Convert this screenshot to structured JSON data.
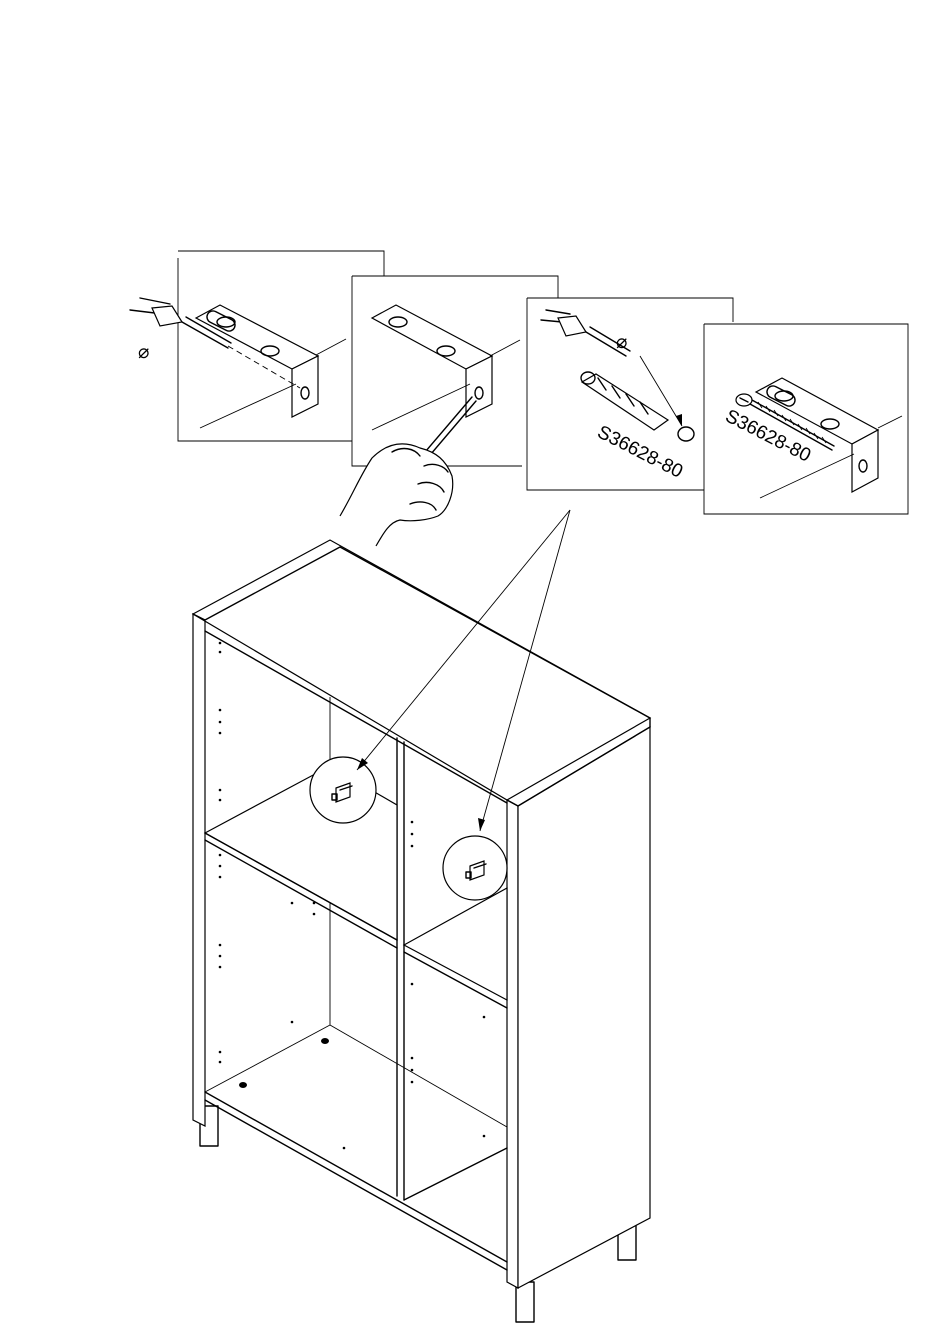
{
  "figure": {
    "panels": [
      {
        "id": "drill",
        "diameter_symbol": "⌀"
      },
      {
        "id": "hammer"
      },
      {
        "id": "plug",
        "diameter_symbol": "⌀",
        "part_code": "S36628-80"
      },
      {
        "id": "screw",
        "part_code": "S36628-80"
      }
    ],
    "colors": {
      "line": "#000000",
      "paper": "#ffffff"
    }
  }
}
